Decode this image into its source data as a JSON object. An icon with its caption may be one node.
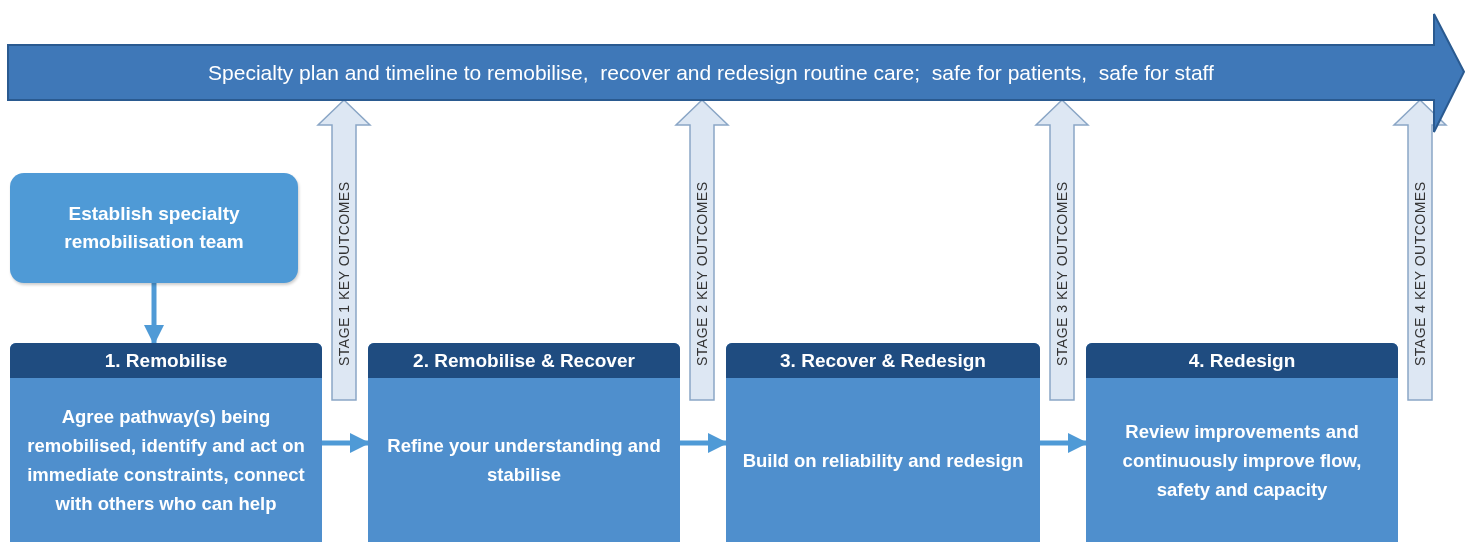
{
  "diagram": {
    "nodes": [
      {
        "text": [
          "Specialty plan and timeline to remobilise,  recover and redesign routine care;  safe for patients,  safe for staff"
        ]
      },
      {
        "text": [
          "Establish specialty remobilisation team"
        ]
      },
      {
        "text": [
          "1. Remobilise",
          "Agree pathway(s) being remobilised, identify and act on immediate constraints, connect with others who can help"
        ]
      },
      {
        "text": [
          "2. Remobilise & Recover",
          "Refine your understanding and stabilise"
        ]
      },
      {
        "text": [
          "3. Recover & Redesign",
          "Build on reliability and redesign"
        ]
      },
      {
        "text": [
          "4. Redesign",
          "Review improvements and continuously improve flow, safety and capacity"
        ]
      }
    ],
    "edges": [
      {
        "from": 1,
        "to": 2,
        "arrow": "to"
      },
      {
        "from": 2,
        "to": 3,
        "arrow": "to"
      },
      {
        "from": 3,
        "to": 4,
        "arrow": "to"
      },
      {
        "from": 4,
        "to": 5,
        "arrow": "to"
      },
      {
        "from": 2,
        "to": 0,
        "arrow": "to",
        "label": "STAGE 1 KEY OUTCOMES"
      },
      {
        "from": 3,
        "to": 0,
        "arrow": "to",
        "label": "STAGE 2 KEY OUTCOMES"
      },
      {
        "from": 4,
        "to": 0,
        "arrow": "to",
        "label": "STAGE 3 KEY OUTCOMES"
      },
      {
        "from": 5,
        "to": 0,
        "arrow": "to",
        "label": "STAGE 4 KEY OUTCOMES"
      }
    ]
  }
}
